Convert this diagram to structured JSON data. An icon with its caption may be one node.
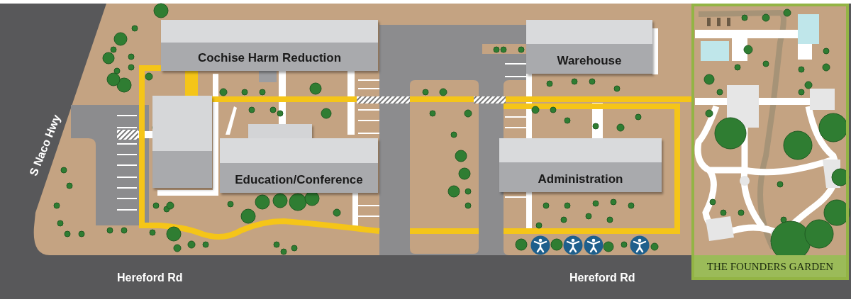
{
  "diagram": {
    "nodes": [
      {
        "text": [
          "Cochise Harm Reduction"
        ]
      },
      {
        "text": [
          "Warehouse"
        ]
      },
      {
        "text": [],
        "shape": "box"
      },
      {
        "text": [],
        "shape": "box"
      },
      {
        "text": [
          "Education/Conference"
        ]
      },
      {
        "text": [
          "Administration"
        ]
      },
      {
        "text": [
          "THE FOUNDERS GARDEN"
        ]
      }
    ],
    "labels": [
      "S Naco Hwy",
      "Hereford Rd",
      "Hereford Rd"
    ]
  }
}
